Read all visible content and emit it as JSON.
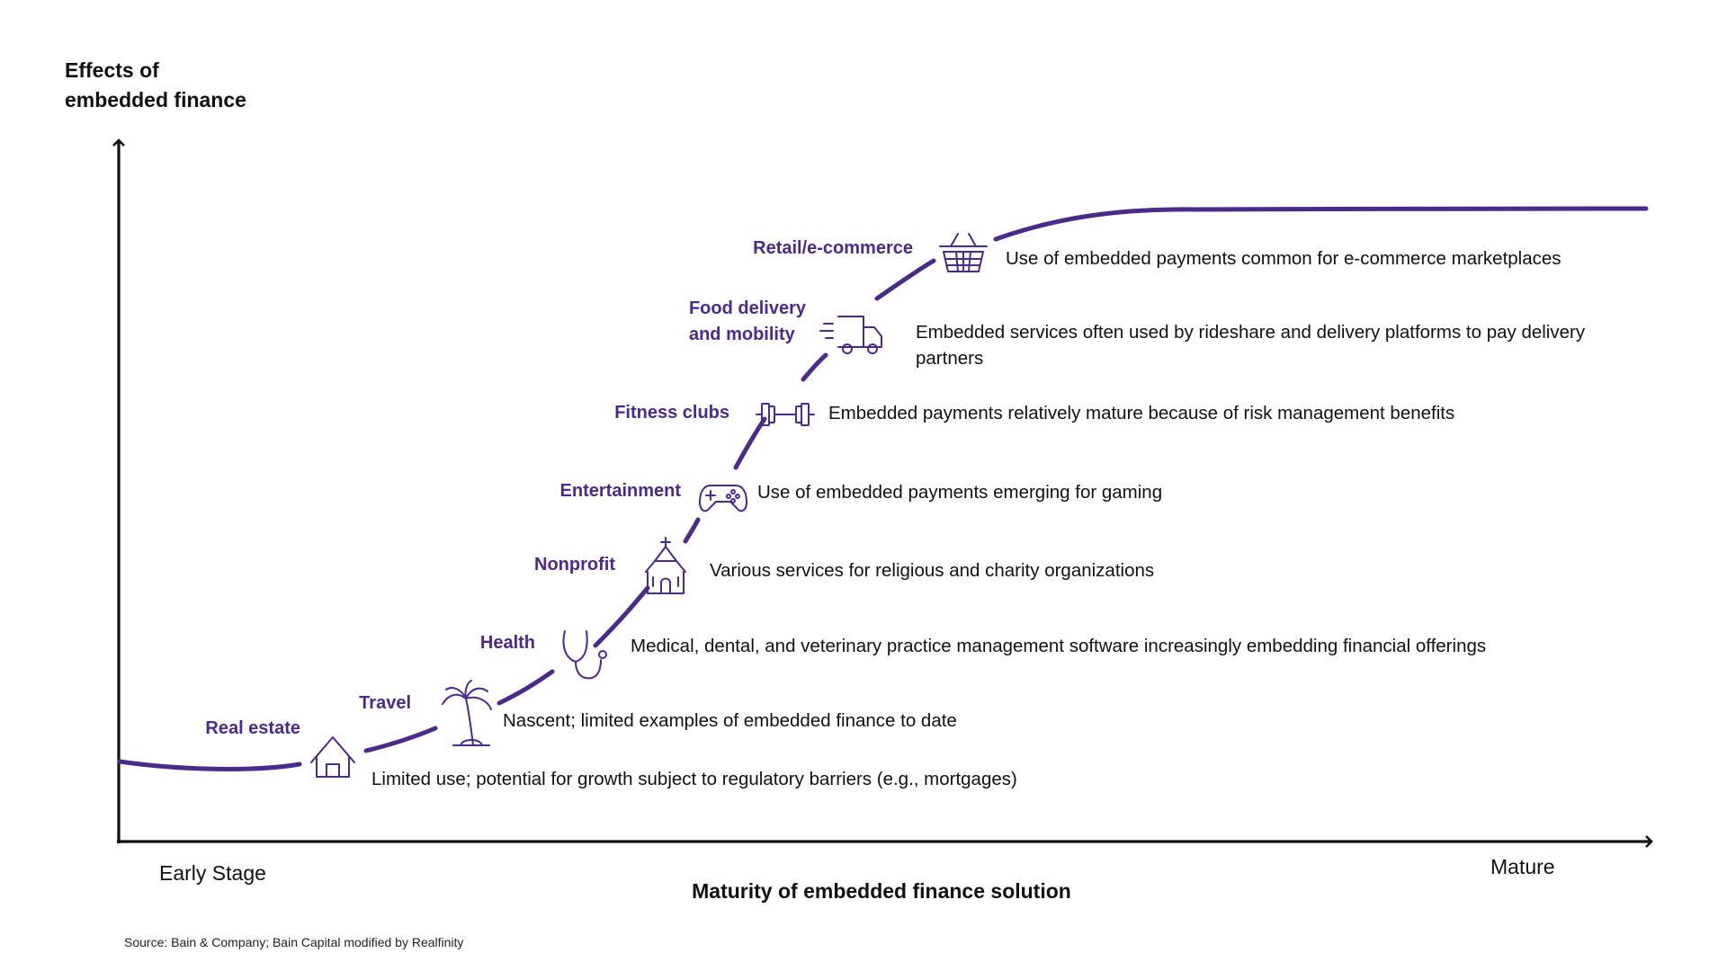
{
  "y_axis_title_line1": "Effects of",
  "y_axis_title_line2": "embedded finance",
  "x_axis_title": "Maturity of embedded finance solution",
  "x_start_label": "Early Stage",
  "x_end_label": "Mature",
  "source": "Source: Bain & Company; Bain Capital modified by Realfinity",
  "colors": {
    "curve": "#4a2a8a",
    "label": "#4a2a8a",
    "axis": "#111111"
  },
  "segments": [
    {
      "label": "Real estate",
      "icon": "house-icon",
      "description": "Limited use; potential for growth subject to regulatory barriers (e.g., mortgages)"
    },
    {
      "label": "Travel",
      "icon": "palm-tree-icon",
      "description": "Nascent; limited examples of embedded finance to date"
    },
    {
      "label": "Health",
      "icon": "stethoscope-icon",
      "description": "Medical, dental, and veterinary practice management software increasingly embedding financial offerings"
    },
    {
      "label": "Nonprofit",
      "icon": "church-icon",
      "description": "Various services for religious and charity organizations"
    },
    {
      "label": "Entertainment",
      "icon": "gamepad-icon",
      "description": "Use of embedded payments emerging for gaming"
    },
    {
      "label": "Fitness clubs",
      "icon": "dumbbell-icon",
      "description": "Embedded payments relatively mature because of risk management benefits"
    },
    {
      "label_line1": "Food delivery",
      "label_line2": "and mobility",
      "icon": "delivery-truck-icon",
      "description": "Embedded services often used by rideshare and delivery platforms to pay delivery partners"
    },
    {
      "label": "Retail/e-commerce",
      "icon": "shopping-basket-icon",
      "description": "Use of embedded payments common for e-commerce marketplaces"
    }
  ]
}
